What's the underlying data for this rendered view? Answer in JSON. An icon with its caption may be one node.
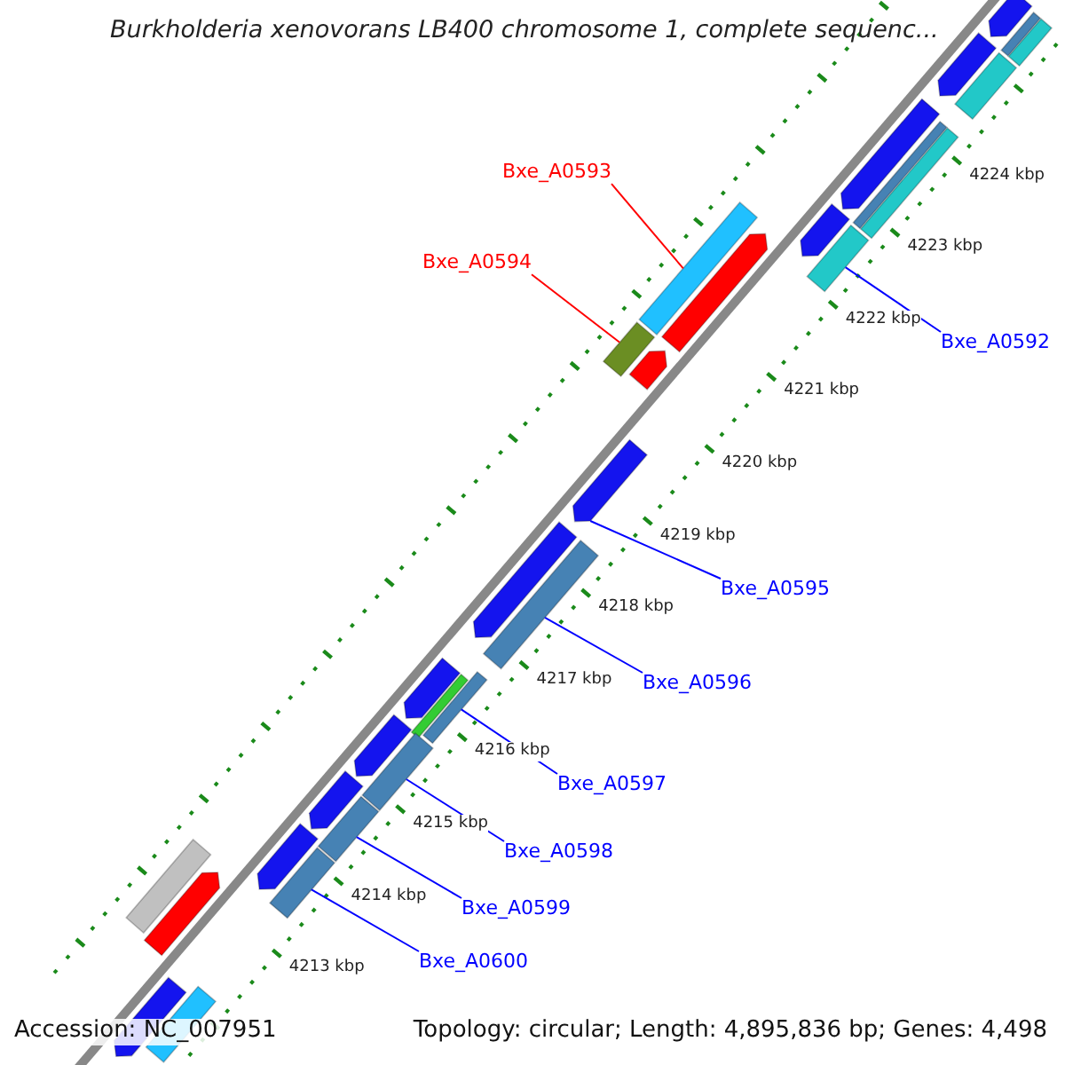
{
  "diagram": {
    "title": "Burkholderia xenovorans LB400 chromosome 1, complete sequenc...",
    "nodes": [
      {
        "text": [
          "Bxe_A0593"
        ]
      },
      {
        "text": [
          "Bxe_A0594"
        ]
      },
      {
        "text": [
          "Bxe_A0592"
        ]
      },
      {
        "text": [
          "Bxe_A0595"
        ]
      },
      {
        "text": [
          "Bxe_A0596"
        ]
      },
      {
        "text": [
          "Bxe_A0597"
        ]
      },
      {
        "text": [
          "Bxe_A0598"
        ]
      },
      {
        "text": [
          "Bxe_A0599"
        ]
      },
      {
        "text": [
          "Bxe_A0600"
        ]
      },
      {
        "text": [],
        "shape": "bar"
      },
      {
        "text": [],
        "shape": "bar"
      },
      {
        "text": [],
        "shape": "bar"
      },
      {
        "text": [],
        "shape": "bar"
      },
      {
        "text": [],
        "shape": "bar"
      },
      {
        "text": [],
        "shape": "bar"
      },
      {
        "text": [],
        "shape": "bar"
      },
      {
        "text": [],
        "shape": "bar"
      },
      {
        "text": [],
        "shape": "bar"
      },
      {
        "text": [],
        "shape": "bar"
      },
      {
        "text": [],
        "shape": "bar"
      },
      {
        "text": [],
        "shape": "bar"
      },
      {
        "text": [],
        "shape": "bar"
      },
      {
        "text": [],
        "shape": "bar"
      },
      {
        "text": [],
        "shape": "bar"
      },
      {
        "text": [],
        "shape": "bar"
      },
      {
        "text": [],
        "shape": "bar"
      },
      {
        "text": [],
        "shape": "bar"
      },
      {
        "text": [],
        "shape": "bar"
      },
      {
        "text": [],
        "shape": "bar"
      },
      {
        "text": [],
        "shape": "bar"
      },
      {
        "text": [],
        "shape": "bar"
      },
      {
        "text": [],
        "shape": "bar"
      },
      {
        "text": [],
        "shape": "bar"
      },
      {
        "text": [],
        "shape": "bar"
      },
      {
        "text": [],
        "shape": "bar"
      },
      {
        "text": [],
        "shape": "bar"
      },
      {
        "text": [],
        "shape": "bar"
      }
    ],
    "edges": [
      {
        "from": 0,
        "to": 17,
        "arrow": "none",
        "color": "#ff0000"
      },
      {
        "from": 1,
        "to": 19,
        "arrow": "none",
        "color": "#ff0000"
      },
      {
        "from": 2,
        "to": 16,
        "arrow": "none"
      },
      {
        "from": 3,
        "to": 21,
        "arrow": "none"
      },
      {
        "from": 4,
        "to": 23,
        "arrow": "none"
      },
      {
        "from": 5,
        "to": 26,
        "arrow": "none"
      },
      {
        "from": 6,
        "to": 28,
        "arrow": "none"
      },
      {
        "from": 7,
        "to": 30,
        "arrow": "none"
      },
      {
        "from": 8,
        "to": 32,
        "arrow": "none"
      }
    ],
    "labels": [
      "4224 kbp",
      "4223 kbp",
      "4222 kbp",
      "4221 kbp",
      "4220 kbp",
      "4219 kbp",
      "4218 kbp",
      "4217 kbp",
      "4216 kbp",
      "4215 kbp",
      "4214 kbp",
      "4213 kbp",
      "Accession: NC_007951",
      "Topology: circular; Length: 4,895,836 bp; Genes: 4,498"
    ]
  }
}
